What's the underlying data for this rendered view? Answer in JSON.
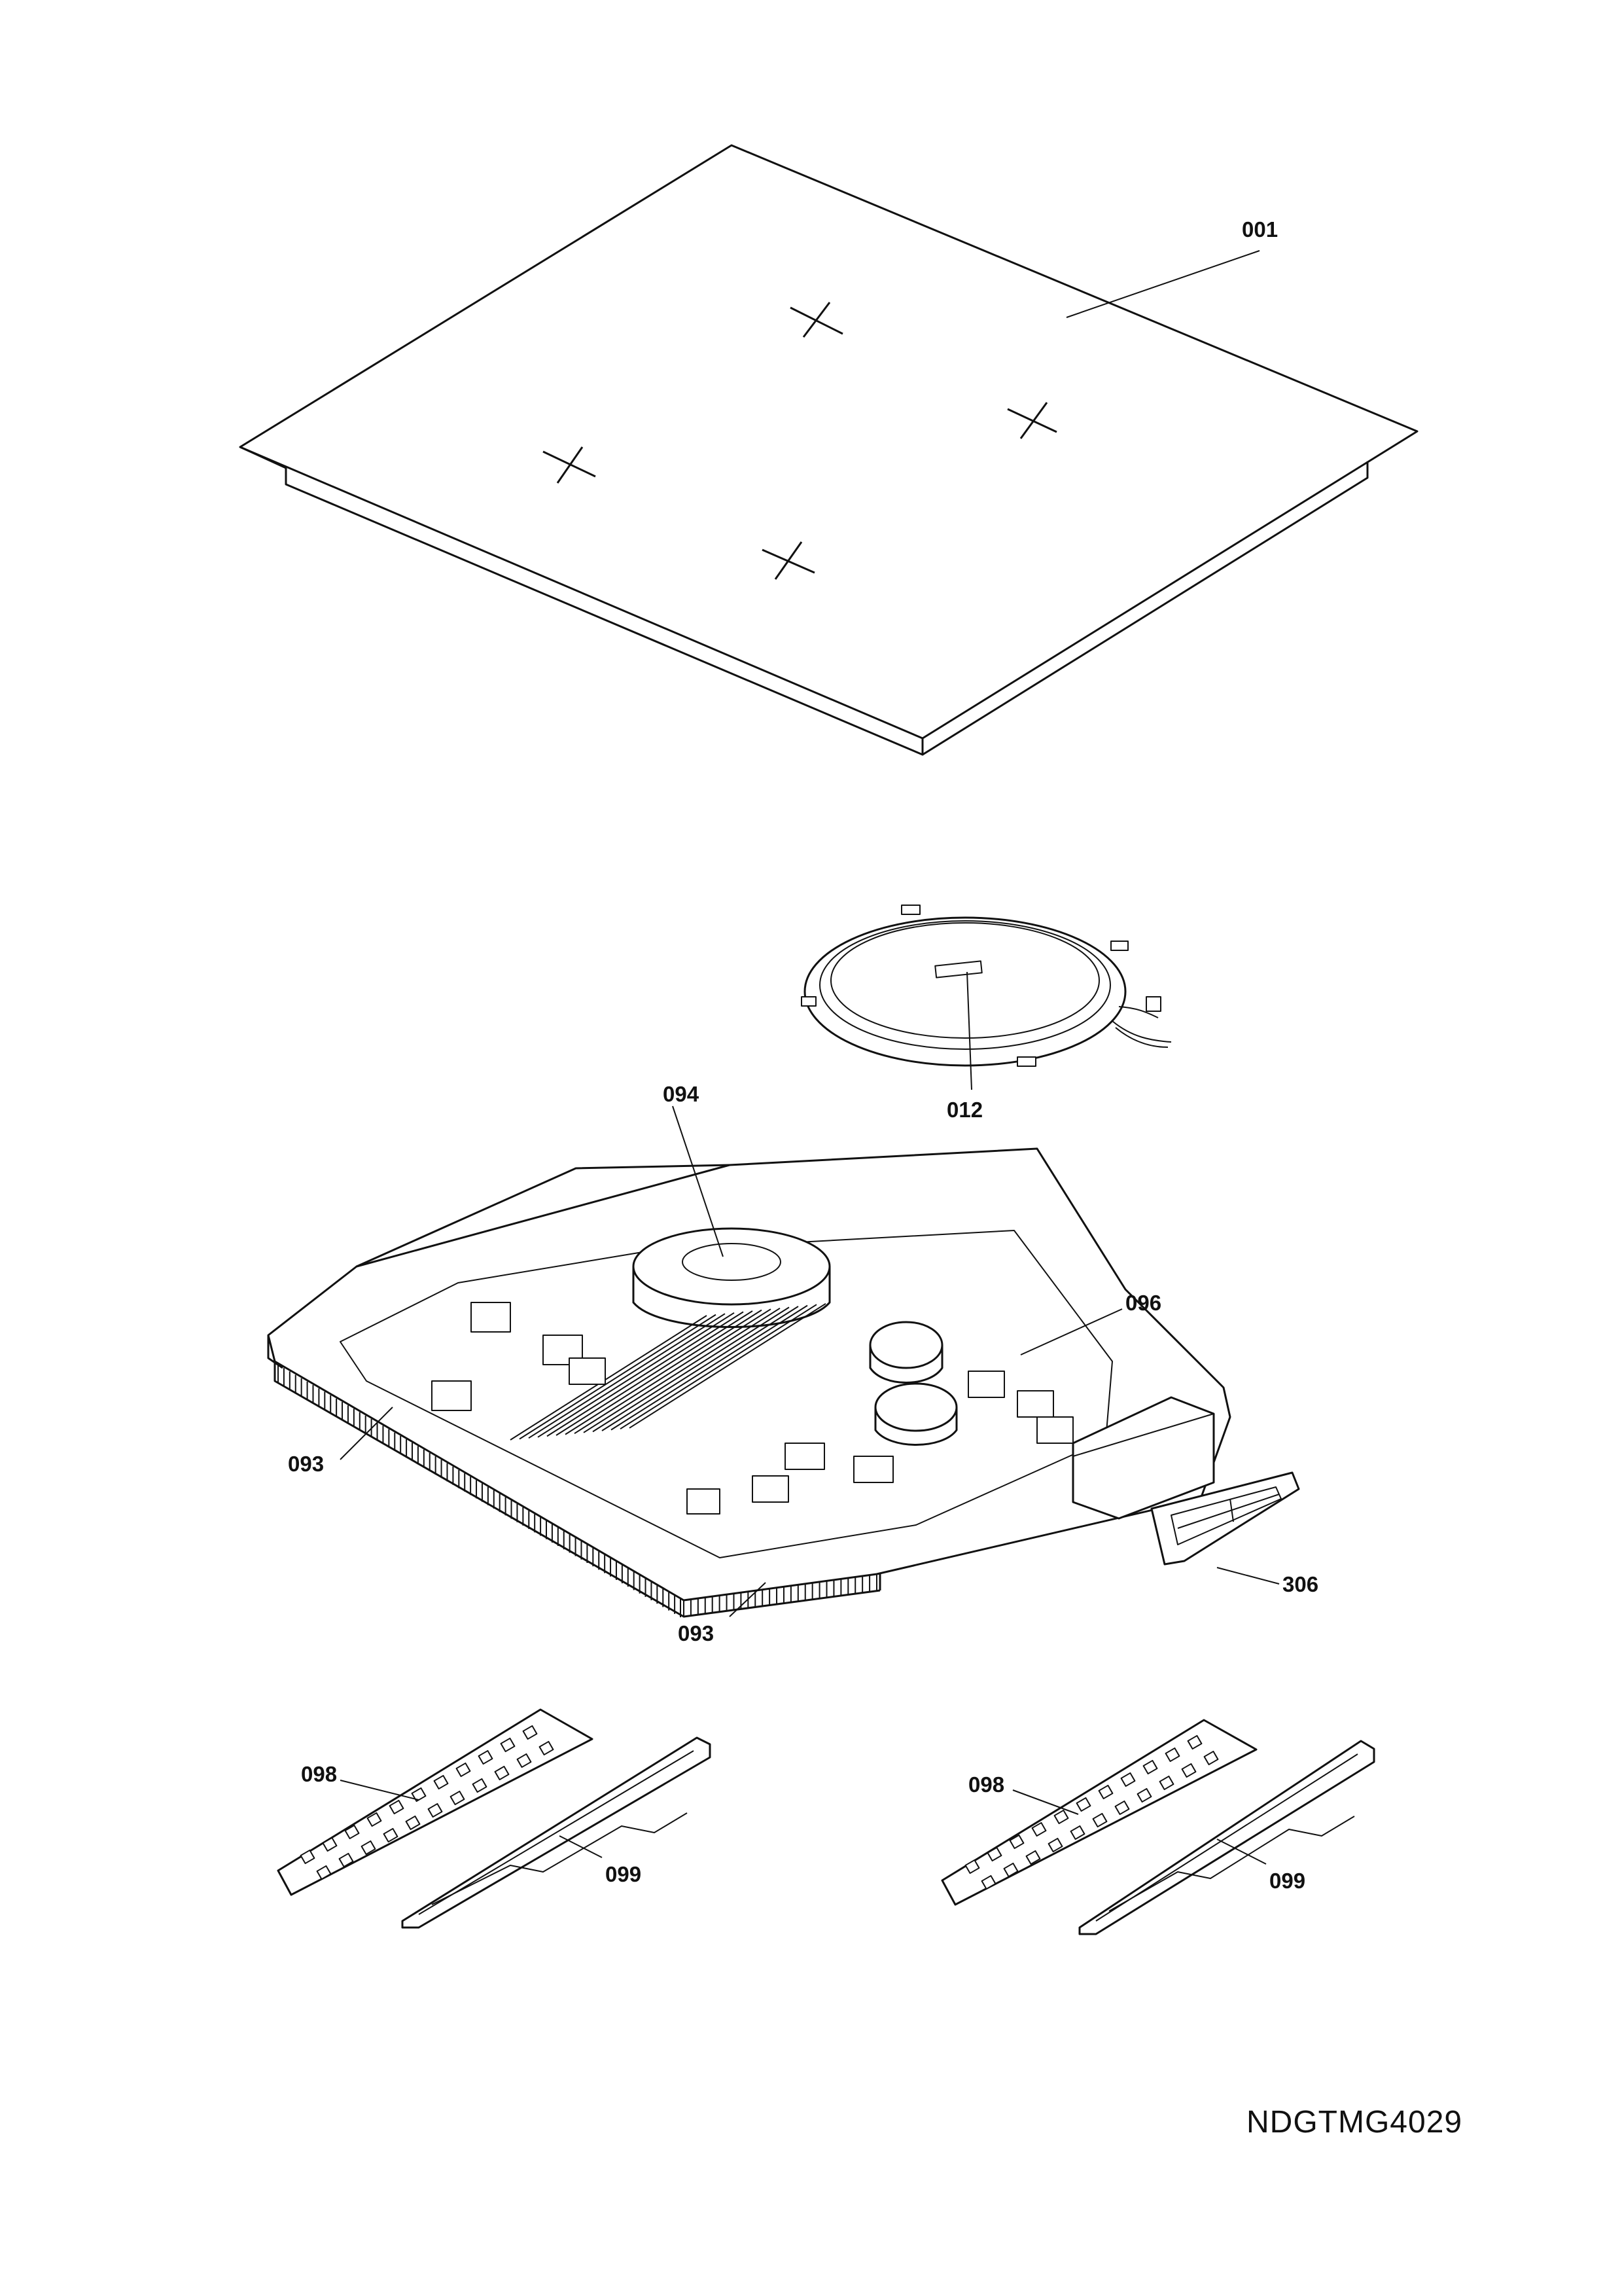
{
  "callouts": {
    "c001": "001",
    "c012": "012",
    "c094": "094",
    "c096": "096",
    "c093_left": "093",
    "c093_bottom": "093",
    "c306": "306",
    "c098_left": "098",
    "c099_left": "099",
    "c098_right": "098",
    "c099_right": "099"
  },
  "document_id": "NDGTMG4029",
  "icons": {
    "glass_top": "glass-cooktop-plate",
    "coil": "induction-coil",
    "chassis": "base-chassis-with-electronics",
    "cover": "terminal-cover",
    "keyboard": "touch-control-board",
    "holder": "control-board-holder"
  },
  "colors": {
    "line": "#111111",
    "background": "#ffffff"
  }
}
